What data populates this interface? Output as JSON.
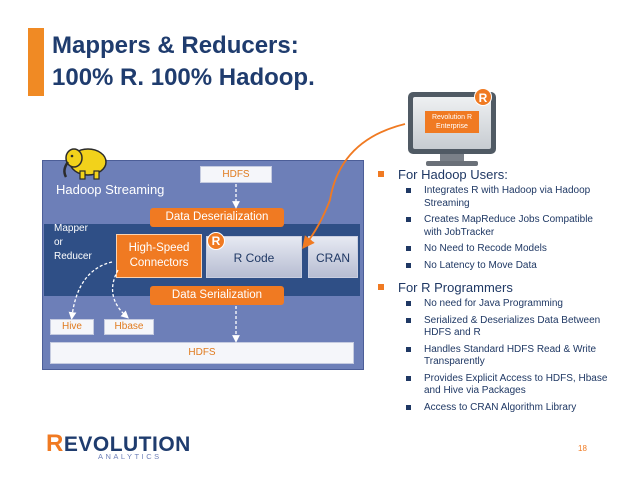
{
  "title": {
    "line1": "Mappers & Reducers:",
    "line2": "100% R. 100% Hadoop."
  },
  "monitor": {
    "label": "Revolution R Enterprise",
    "logo_letter": "R"
  },
  "diagram": {
    "hadoop_streaming_label": "Hadoop Streaming",
    "hdfs_top": "HDFS",
    "data_deserialization": "Data Deserialization",
    "mapper_or_reducer": [
      "Mapper",
      "or",
      "Reducer"
    ],
    "high_speed_connectors": [
      "High-Speed",
      "Connectors"
    ],
    "r_code": "R Code",
    "r_logo_letter": "R",
    "cran": "CRAN",
    "data_serialization": "Data Serialization",
    "hive": "Hive",
    "hbase": "Hbase",
    "hdfs_bottom": "HDFS"
  },
  "bullets": {
    "hadoop_users": {
      "heading": "For Hadoop Users:",
      "items": [
        "Integrates R with Hadoop via Hadoop Streaming",
        "Creates MapReduce Jobs Compatible with JobTracker",
        "No Need to Recode Models",
        "No Latency to Move Data"
      ]
    },
    "r_programmers": {
      "heading": "For R Programmers",
      "items": [
        "No need for Java Programming",
        "Serialized & Deserializes Data Between HDFS and R",
        "Handles Standard HDFS Read & Write Transparently",
        "Provides Explicit Access to HDFS, Hbase and Hive via Packages",
        "Access to CRAN Algorithm Library"
      ]
    }
  },
  "footer": {
    "logo_first_letter": "R",
    "logo_rest": "EVOLUTION",
    "logo_sub": "ANALYTICS",
    "page_number": "18"
  },
  "colors": {
    "accent_orange": "#f07a22",
    "title_navy": "#1f3c6e",
    "panel_blue": "#6d7fb8",
    "band_navy": "#2f4f86"
  }
}
